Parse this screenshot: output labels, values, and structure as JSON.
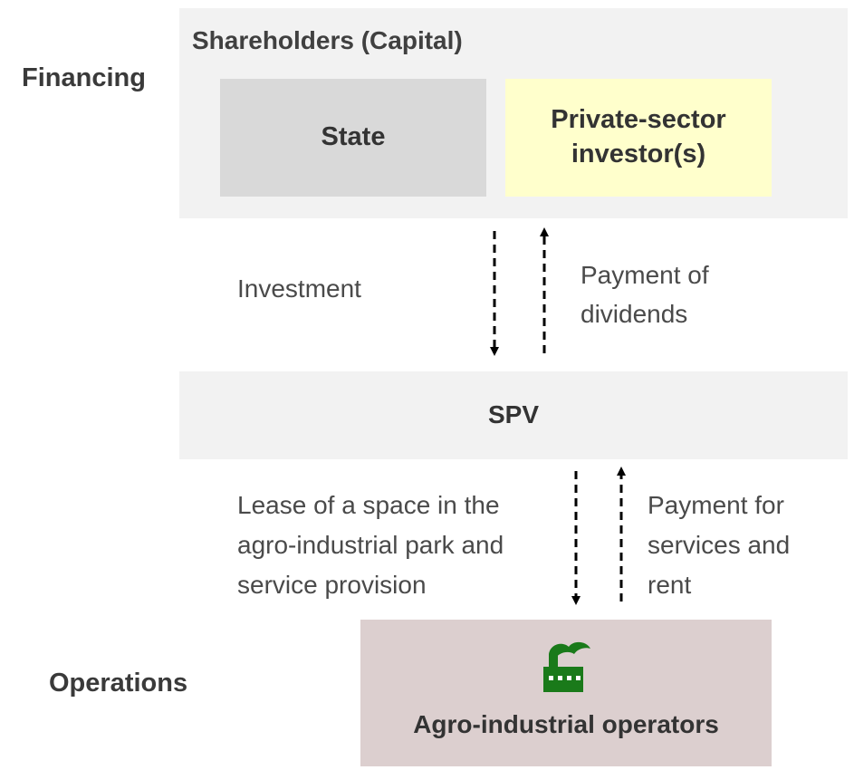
{
  "labels": {
    "financing": "Financing",
    "operations": "Operations"
  },
  "shareholders": {
    "title": "Shareholders (Capital)",
    "state": "State",
    "private_line1": "Private-sector",
    "private_line2": "investor(s)"
  },
  "flows_top": {
    "investment": "Investment",
    "dividends_line1": "Payment of",
    "dividends_line2": "dividends"
  },
  "spv": {
    "label": "SPV"
  },
  "flows_bottom": {
    "lease_line1": "Lease of a space in the",
    "lease_line2": "agro-industrial park and",
    "lease_line3": "service provision",
    "payment_line1": "Payment for",
    "payment_line2": "services and",
    "payment_line3": "rent"
  },
  "operators": {
    "label": "Agro-industrial operators",
    "icon": "factory-icon"
  },
  "colors": {
    "panel": "#f2f2f2",
    "state_box": "#d9d9d9",
    "private_box": "#ffffcc",
    "operators_box": "#dccfcf",
    "icon_green": "#1a7a1a"
  }
}
